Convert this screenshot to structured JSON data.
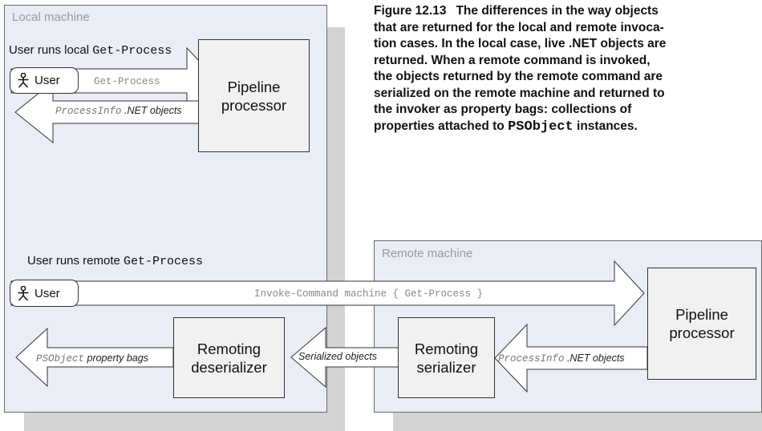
{
  "caption": {
    "figure": "Figure 12.13",
    "line1": "The differences in the way objects",
    "line2": "that are returned for the local and remote invoca-",
    "line3": "tion cases. In the local case, live .NET objects are",
    "line4": "returned. When a remote command is invoked,",
    "line5": "the objects returned by the remote command are",
    "line6": "serialized on the remote machine and returned to",
    "line7": "the invoker as property bags: collections of",
    "line8_prefix": "properties attached to ",
    "line8_code": "PSObject",
    "line8_suffix": " instances."
  },
  "local_machine": {
    "label": "Local machine",
    "local_heading_prefix": "User runs local ",
    "local_heading_code": "Get-Process",
    "user_label": "User",
    "get_process_arrow_label": "Get-Process",
    "pipeline_processor": "Pipeline processor",
    "processinfo_code": "ProcessInfo",
    "processinfo_text": " .NET objects",
    "remote_heading_prefix": "User runs remote ",
    "remote_heading_code": "Get-Process",
    "user_label_2": "User",
    "remoting_deserializer": "Remoting deserializer",
    "psobject_code": "PSObject",
    "psobject_text": " property bags"
  },
  "remote_machine": {
    "label": "Remote machine",
    "invoke_command_label": "Invoke-Command machine { Get-Process }",
    "pipeline_processor": "Pipeline processor",
    "remoting_serializer": "Remoting serializer",
    "processinfo_code": "ProcessInfo",
    "processinfo_text": " .NET objects",
    "serialized_objects": "Serialized objects"
  },
  "colors": {
    "machine_fill": "#e8edf6",
    "shadow": "#d3d3d3",
    "box_fill": "#f1f1f1",
    "arrow_fill": "#ffffff",
    "stroke": "#333333"
  },
  "icons": {
    "user": "person-stick-figure-icon"
  }
}
